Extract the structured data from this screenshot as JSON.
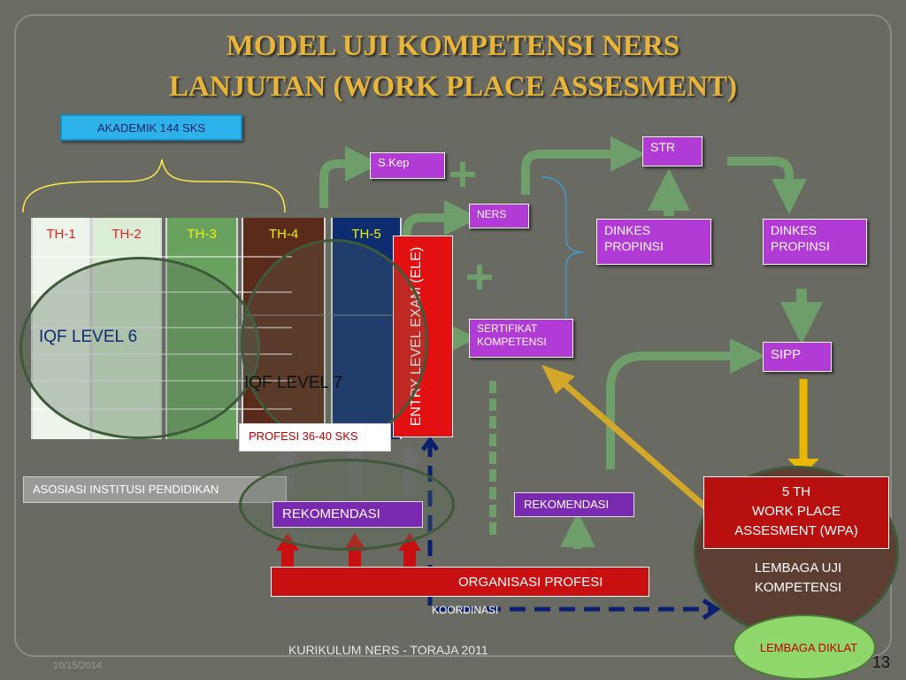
{
  "title": {
    "line1": "MODEL UJI KOMPETENSI NERS",
    "line2": "LANJUTAN (WORK PLACE ASSESMENT)"
  },
  "akademik": "AKADEMIK 144 SKS",
  "columns": [
    {
      "label": "TH-1",
      "color": "#e02020"
    },
    {
      "label": "TH-2",
      "color": "#e02020"
    },
    {
      "label": "TH-3",
      "color": "#f2f200"
    },
    {
      "label": "TH-4",
      "color": "#f2f200"
    },
    {
      "label": "TH-5",
      "color": "#f2f200"
    }
  ],
  "iqf6": "IQF LEVEL 6",
  "iqf7": "IQF LEVEL 7",
  "profesi": "PROFESI 36-40 SKS",
  "ele": "ENTRY LEVEL EXAM (ELE)",
  "skep": "S.Kep",
  "ners": "NERS",
  "str": "STR",
  "sertifikat": "SERTIFIKAT KOMPETENSI",
  "dinkes1": "DINKES PROPINSI",
  "dinkes2": "DINKES PROPINSI",
  "sipp": "SIPP",
  "asosiasi": "ASOSIASI INSTITUSI PENDIDIKAN",
  "rekomendasi1": "REKOMENDASI",
  "rekomendasi2": "REKOMENDASI",
  "organisasi": "ORGANISASI PROFESI",
  "koordinasi": "KOORDINASI",
  "wpa": {
    "line1": "5 TH",
    "line2": "WORK PLACE",
    "line3": "ASSESMENT (WPA)"
  },
  "lembaga_uji": "LEMBAGA UJI KOMPETENSI",
  "lembaga_diklat": "LEMBAGA DIKLAT",
  "footer": "KURIKULUM NERS - TORAJA 2011",
  "date": "10/15/2014",
  "page_number": "13",
  "colors": {
    "title": "#e8b53a",
    "purple": "#b23bd6",
    "green_arrow": "#6e9e6a",
    "red": "#c81010"
  }
}
